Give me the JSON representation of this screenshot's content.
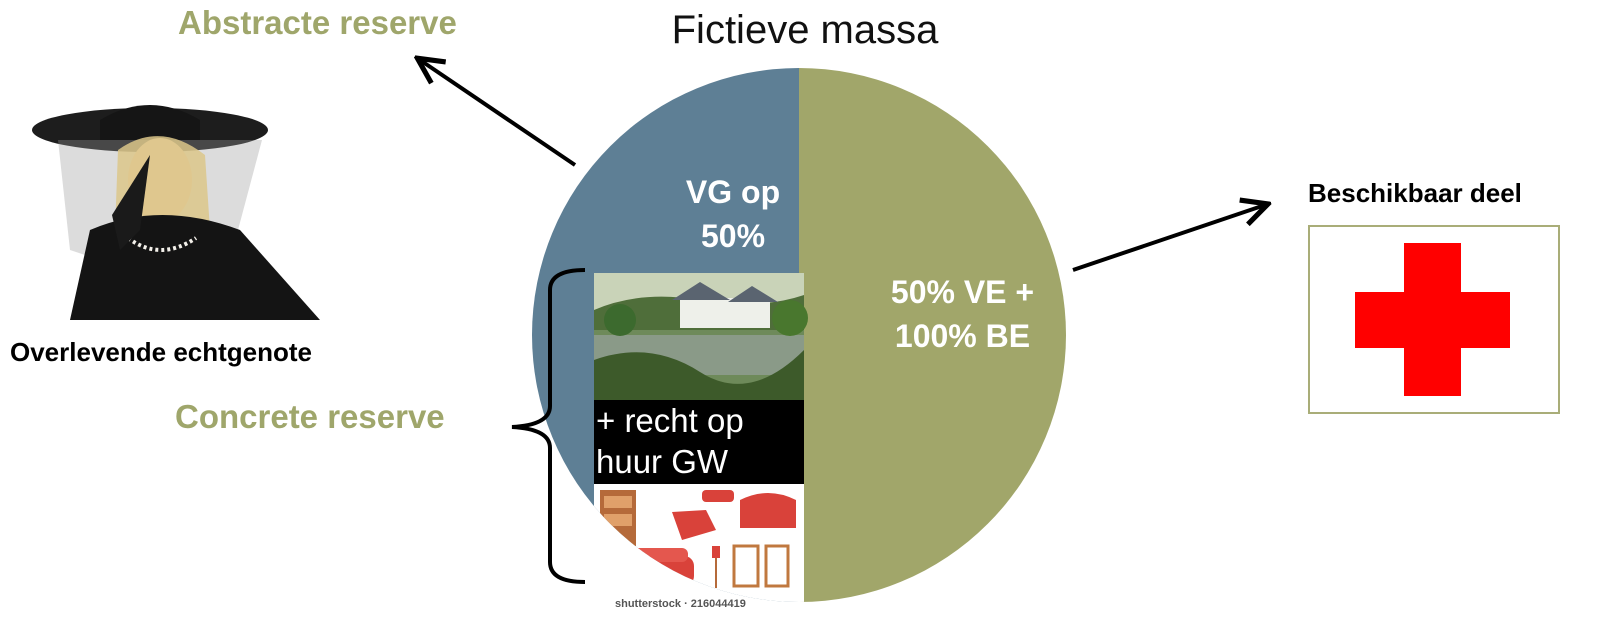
{
  "title": "Fictieve massa",
  "labels": {
    "abstract_reserve": "Abstracte reserve",
    "concrete_reserve": "Concrete reserve",
    "surviving_spouse": "Overlevende echtgenote",
    "available_share": "Beschikbaar deel"
  },
  "pie": {
    "left_line1": "VG op",
    "left_line2": "50%",
    "right_line1": "50% VE +",
    "right_line2": "100% BE",
    "rent_text": "+ recht op huur GW",
    "watermark": "shutterstock · 216044419"
  },
  "colors": {
    "left_half": "#5e7f95",
    "right_half": "#a1a66a",
    "accent_text": "#9fa66b",
    "cross": "#ff0000"
  },
  "icons": [
    "widow-photo",
    "house-photo",
    "furniture-illustration",
    "red-cross-icon"
  ]
}
